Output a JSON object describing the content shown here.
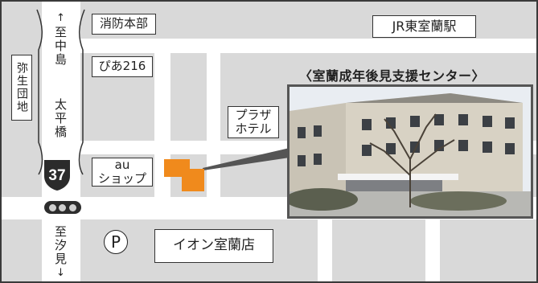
{
  "labels": {
    "shobo_honbu": "消防本部",
    "pia216": "ぴあ216",
    "au_shop_line1": "au",
    "au_shop_line2": "ショップ",
    "plaza_hotel_line1": "プラザ",
    "plaza_hotel_line2": "ホテル",
    "jr_station": "JR東室蘭駅",
    "aeon": "イオン室蘭店",
    "yayoi_danchi": "弥生団地",
    "to_nakajima": "至中島",
    "taihei_bashi": "太平橋",
    "to_shiomi": "至汐見",
    "route_number": "37",
    "parking": "P"
  },
  "arrows": {
    "north": "↑",
    "south": "↓"
  },
  "facility": {
    "title": "〈室蘭成年後見支援センター〉"
  },
  "colors": {
    "background": "#d9d9d9",
    "road": "#ffffff",
    "marker": "#f08a1c",
    "route_sign": "#2b2b2b"
  },
  "icons": {
    "route_sign": "route-shield-icon",
    "traffic_signal": "traffic-signal-icon",
    "parking": "parking-icon",
    "location_marker": "location-marker-icon"
  }
}
